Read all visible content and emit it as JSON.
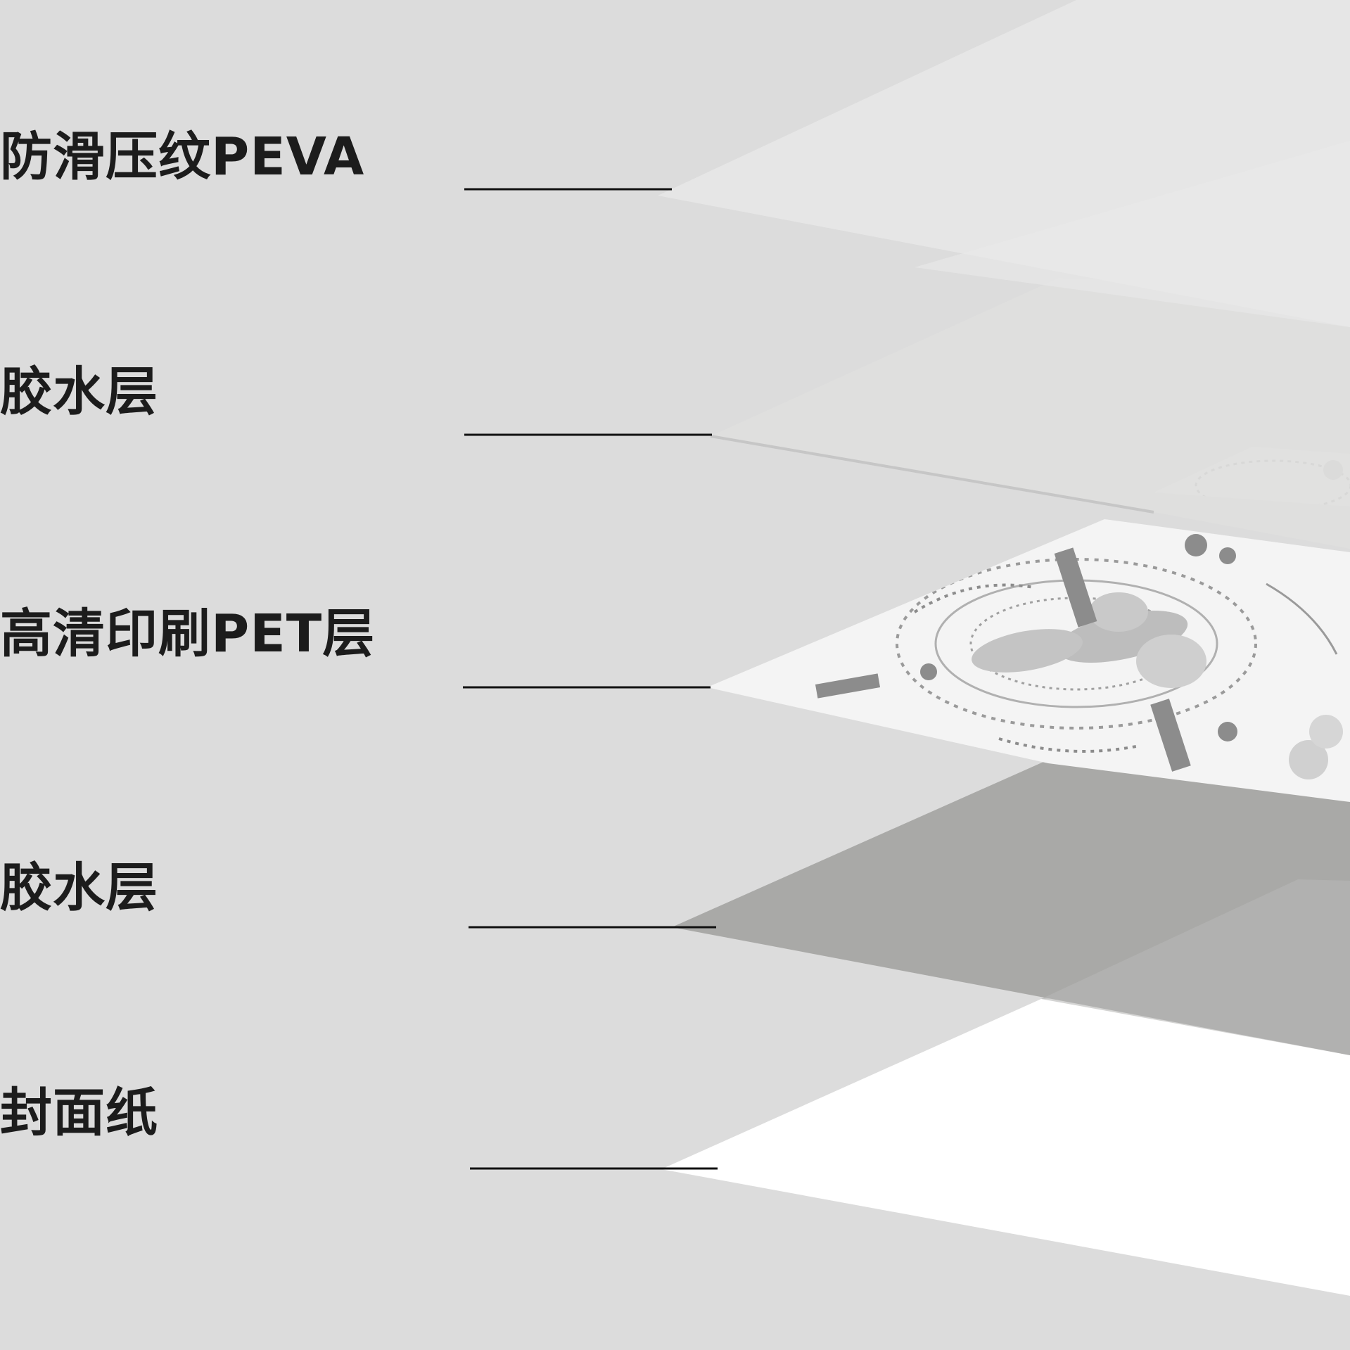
{
  "diagram": {
    "layers": [
      {
        "id": "peva",
        "label": "防滑压纹PEVA",
        "fill": "#e6e6e6"
      },
      {
        "id": "glue-top",
        "label": "胶水层",
        "fill": "#e0e0de"
      },
      {
        "id": "pet-print",
        "label": "高清印刷PET层",
        "fill": "#f4f4f4"
      },
      {
        "id": "glue-bottom",
        "label": "胶水层",
        "fill": "#a9a9a7"
      },
      {
        "id": "cover-paper",
        "label": "封面纸",
        "fill": "#ffffff"
      }
    ],
    "background_color": "#dcdcdc",
    "pattern_color": "#8c8c8c",
    "leader_line_color": "#111111",
    "text_color": "#1c1c1c"
  }
}
